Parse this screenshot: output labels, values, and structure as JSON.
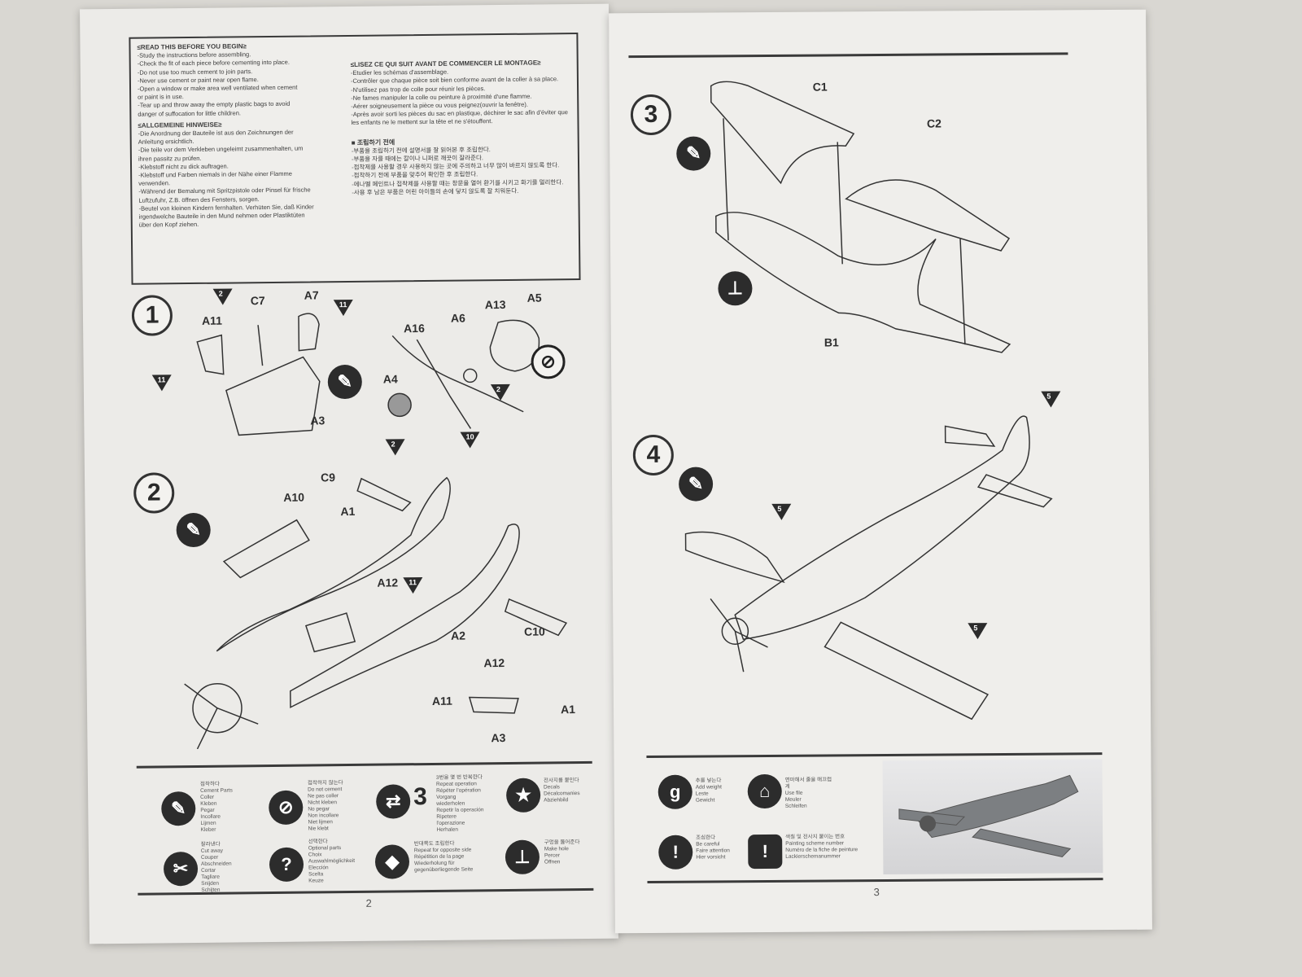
{
  "left_page": {
    "page_number": "2",
    "warnings": {
      "english_title": "≤READ THIS BEFORE YOU BEGIN≥",
      "english_lines": [
        "-Study the instructions before assembling.",
        "-Check the fit of each piece before cementing into place.",
        "-Do not use too much cement to join parts.",
        "-Never use cement or paint near open flame.",
        "-Open a window or make area well ventilated when cement",
        "or paint is in use.",
        "-Tear up and throw away the empty plastic bags to avoid",
        "danger of suffocation for little children."
      ],
      "german_title": "≤ALLGEMEINE HINWEISE≥",
      "german_lines": [
        "-Die Anordnung der Bauteile ist aus den Zeichnungen der",
        "Anleitung ersichtlich.",
        "-Die teile vor dem Verkleben ungeleimt zusammenhalten, um",
        "ihren passitz zu prüfen.",
        "-Klebstoff nicht zu dick auftragen.",
        "-Klebstoff und Farben niemals in der Nähe einer Flamme",
        "verwenden.",
        "-Während der Bemalung mit Spritzpistole oder Pinsel für frische",
        "Luftzufuhr, Z.B. öffnen des Fensters, sorgen.",
        "-Beutel von kleinen Kindern fernhalten. Verhüten Sie, daß Kinder",
        "irgendwelche Bauteile in den Mund nehmen oder Plastiktüten",
        "über den Kopf ziehen."
      ],
      "french_title": "≤LISEZ CE QUI SUIT AVANT DE COMMENCER LE MONTAGE≥",
      "french_lines": [
        "-Etudier les schémas d'assemblage.",
        "-Contrôler que chaque pièce soit bien conforme avant de la coller à sa place.",
        "-N'utilisez pas trop de colle pour réunir les pièces.",
        "-Ne fames manipuler la colle ou peinture à proximité d'une flamme.",
        "-Aérer soigneusement la pièce ou vous peignez(ouvrir la fenêtre).",
        "-Après avoir sorti les pièces du sac en plastique, déchirer le sac afin d'éviter que",
        "les enfants ne le mettent sur la tête et ne s'étouffent."
      ],
      "korean_title": "■ 조립하기 전에",
      "korean_lines": [
        "-부품을 조립하기 전에 설명서를 잘 읽어본 후 조립한다.",
        "-부품을 자를 때에는 칼이나 니퍼로 깨끗이 잘라준다.",
        "-접착제를 사용할 경우 사용하지 않는 곳에 주의하고 너무 많이 바르지 않도록 한다.",
        "-접착하기 전에 부품을 맞추어 확인한 후 조립한다.",
        "-에나멜 페인트나 접착제를 사용할 때는 창문을 열어 환기를 시키고 화기를 멀리한다.",
        "-사용 후 남은 부품은 어린 아이들의 손에 닿지 않도록 잘 치워둔다."
      ]
    },
    "step1": {
      "number": "1",
      "labels": [
        "A11",
        "C7",
        "A7",
        "A16",
        "A6",
        "A13",
        "A5",
        "A4",
        "A3"
      ],
      "markers": [
        "2",
        "11",
        "11",
        "2",
        "2",
        "10"
      ]
    },
    "step2": {
      "number": "2",
      "labels": [
        "C9",
        "A10",
        "A1",
        "A12",
        "A2",
        "C10",
        "A12",
        "A11",
        "A1",
        "A3"
      ],
      "markers": [
        "11"
      ]
    },
    "legend": [
      {
        "icon": "cement-icon",
        "text": [
          "접착하다",
          "Cement Parts",
          "Coller",
          "Kleben",
          "Pegar",
          "Incollare",
          "Lijmen",
          "Kleber"
        ]
      },
      {
        "icon": "no-cement-icon",
        "text": [
          "접착하지 않는다",
          "Do not cement",
          "Ne pas coller",
          "Nicht kleben",
          "No pegar",
          "Non incollare",
          "Niet lijmen",
          "Nie klebt"
        ]
      },
      {
        "icon": "repeat-icon",
        "number": "3",
        "text": [
          "3번을 몇 번 반복한다",
          "Repeat operation",
          "Répéter l'opération",
          "Vorgang wiederholen",
          "Repetir la operación",
          "Ripetere l'operazione",
          "Herhalen"
        ]
      },
      {
        "icon": "decal-icon",
        "text": [
          "전사지를 붙인다",
          "Decals",
          "Décalcomanies",
          "Abziehbild"
        ]
      },
      {
        "icon": "cut-icon",
        "text": [
          "잘라낸다",
          "Cut away",
          "Couper",
          "Abschneiden",
          "Cortar",
          "Tagliare",
          "Snijden",
          "Schijten"
        ]
      },
      {
        "icon": "option-icon",
        "text": [
          "선택한다",
          "Optional parts",
          "Choix",
          "Auswahlmöglichkeit",
          "Elección",
          "Scelta",
          "Keuze"
        ]
      },
      {
        "icon": "opposite-side-icon",
        "text": [
          "반대쪽도 조립한다",
          "Repeat for opposite side",
          "Répétition de la page",
          "Wiederholung für gegenüberliegende Seite"
        ]
      },
      {
        "icon": "drill-icon",
        "text": [
          "구멍을 뚫어준다",
          "Make hole",
          "Percer",
          "Öffnen"
        ]
      }
    ]
  },
  "right_page": {
    "page_number": "3",
    "step3": {
      "number": "3",
      "labels": [
        "C1",
        "C2",
        "B1"
      ]
    },
    "step4": {
      "number": "4",
      "markers": [
        "5",
        "5",
        "5"
      ]
    },
    "legend": [
      {
        "icon": "weight-icon",
        "glyph": "g",
        "text": [
          "추를 넣는다",
          "Add weight",
          "Leste",
          "Gewicht"
        ]
      },
      {
        "icon": "file-icon",
        "text": [
          "연마해서 줄을 매끄럽게",
          "Use file",
          "Meuler",
          "Schleifen"
        ]
      },
      {
        "icon": "caution-icon",
        "glyph": "!",
        "text": [
          "조심한다",
          "Be careful",
          "Faire attention",
          "Hier vorsicht"
        ]
      },
      {
        "icon": "paint-number-icon",
        "glyph": "!",
        "text": [
          "색칠 및 전사지 붙이는 번호",
          "Painting scheme number",
          "Numéro de la fiche de peinture",
          "Lackierschemanummer"
        ]
      }
    ]
  }
}
